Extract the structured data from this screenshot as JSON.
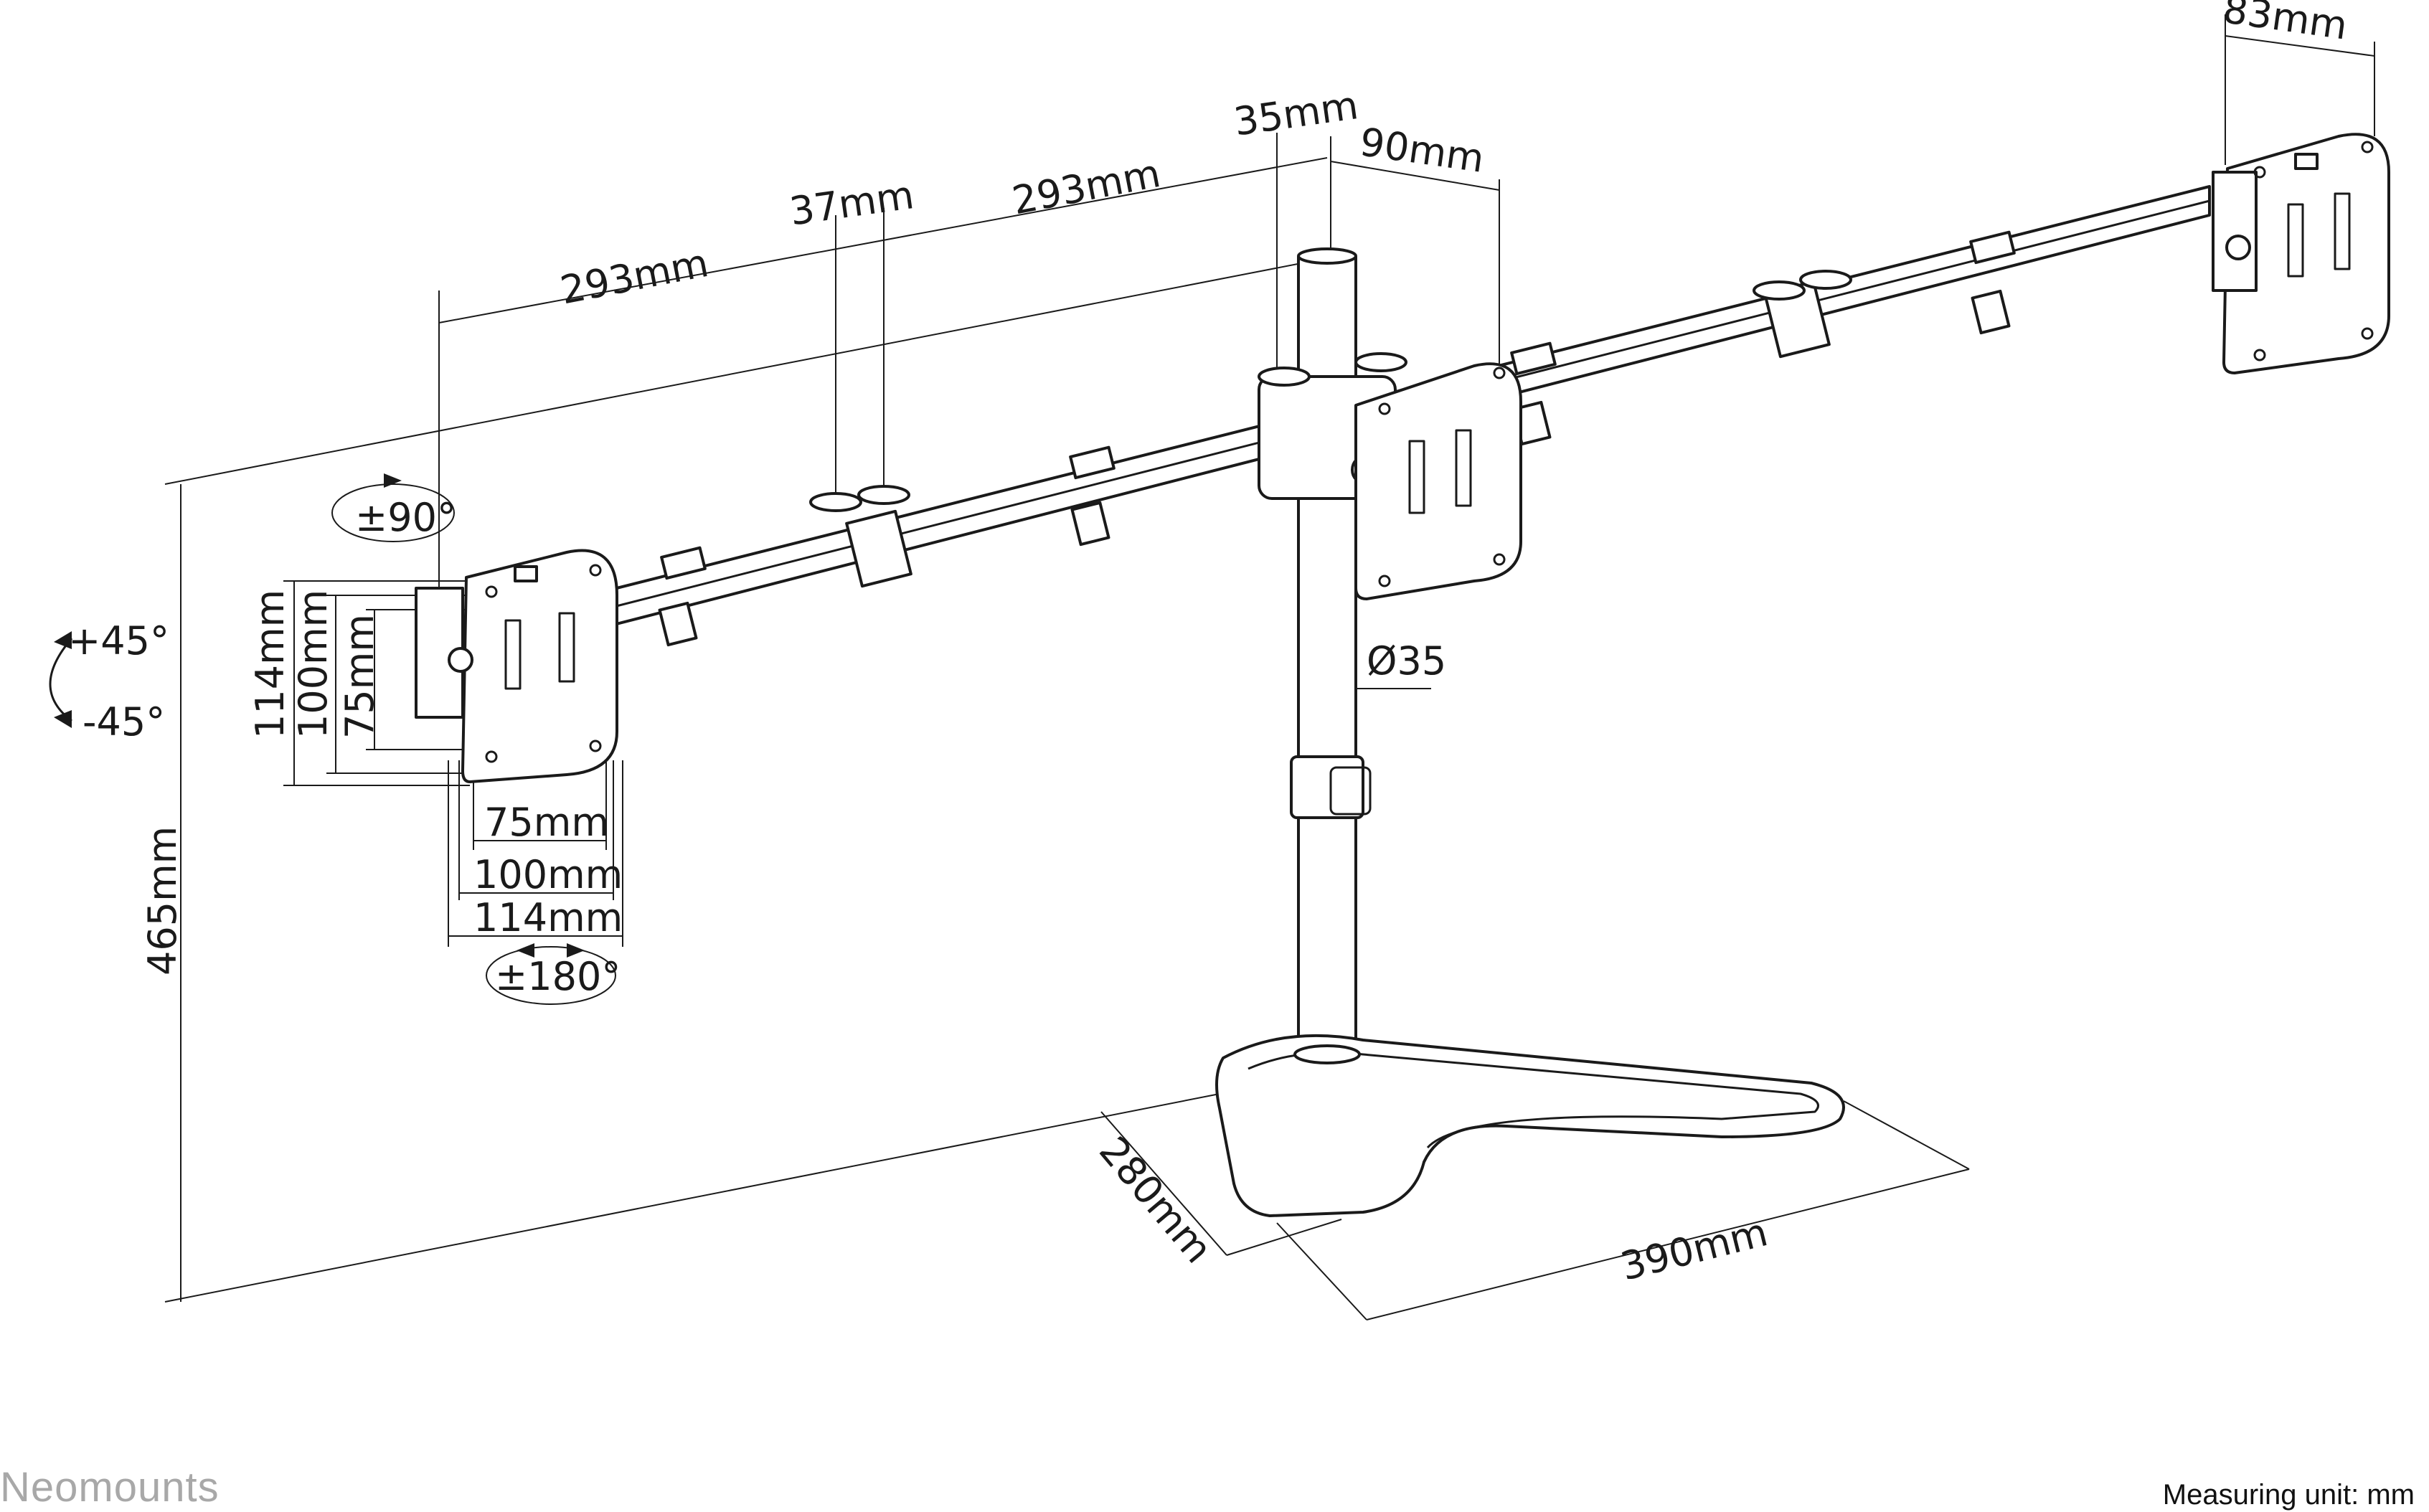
{
  "brand": "Neomounts",
  "measuring_unit": "Measuring unit: mm",
  "dimensions": {
    "arm_left": "293mm",
    "arm_right": "293mm",
    "joint": "37mm",
    "pole_top": "35mm",
    "pole_offset": "90mm",
    "plate_depth": "83mm",
    "tilt_rotation": "±90°",
    "tilt_up": "+45°",
    "tilt_down": "-45°",
    "vesa_v_114": "114mm",
    "vesa_v_100": "100mm",
    "vesa_v_75": "75mm",
    "vesa_h_75": "75mm",
    "vesa_h_100": "100mm",
    "vesa_h_114": "114mm",
    "rotation": "±180°",
    "pole_diameter": "Ø35",
    "height": "465mm",
    "base_depth": "280mm",
    "base_width": "390mm"
  }
}
